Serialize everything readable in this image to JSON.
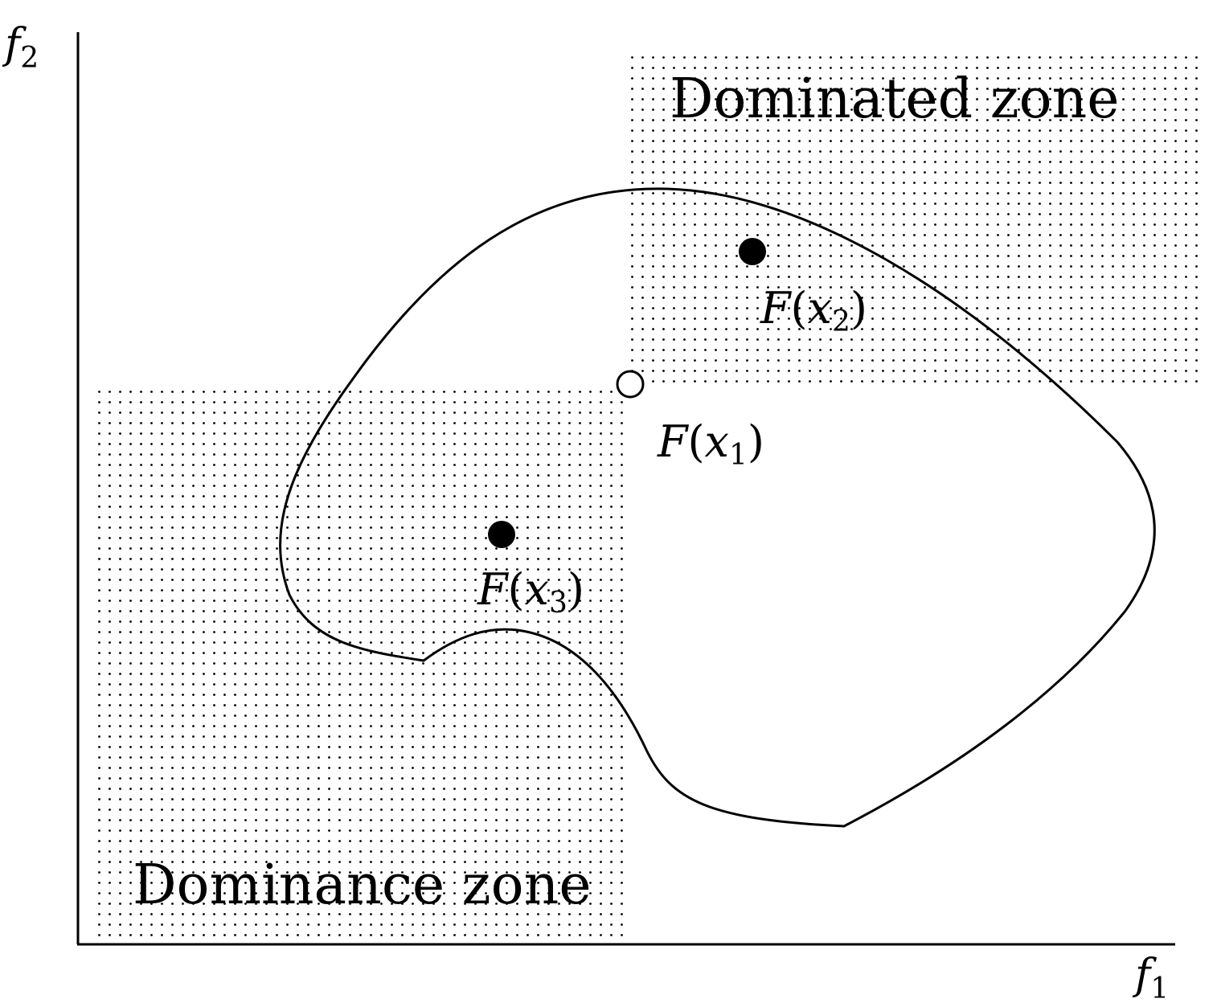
{
  "zones": {
    "dominated_label": "Dominated zone",
    "dominance_label": "Dominance zone"
  },
  "axes": {
    "x_symbol": "f",
    "x_subscript": "1",
    "y_symbol": "f",
    "y_subscript": "2"
  },
  "points": [
    {
      "id": "x1",
      "func": "F",
      "var": "x",
      "subscript": "1",
      "marker": "hollow-circle"
    },
    {
      "id": "x2",
      "func": "F",
      "var": "x",
      "subscript": "2",
      "marker": "filled-circle"
    },
    {
      "id": "x3",
      "func": "F",
      "var": "x",
      "subscript": "3",
      "marker": "filled-circle"
    }
  ],
  "colors": {
    "ink": "#000000",
    "background": "#ffffff"
  }
}
